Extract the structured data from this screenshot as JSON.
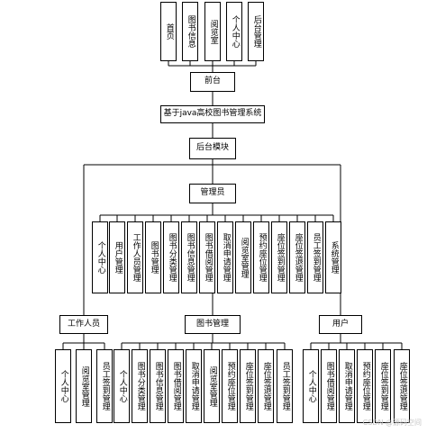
{
  "frontend": {
    "items": [
      "首页",
      "图书信息",
      "阅览室",
      "个人中心",
      "后台管理"
    ],
    "title": "前台"
  },
  "system_title": "基于java高校图书管理系统",
  "backend_title": "后台模块",
  "admin": {
    "title": "管理员",
    "items": [
      "个人中心",
      "用户管理",
      "工作人员管理",
      "图书管理",
      "图书分类管理",
      "图书信息管理",
      "图书借阅管理",
      "取消申请管理",
      "阅览室管理",
      "预约座位管理",
      "座位签到管理",
      "座位签退管理",
      "员工签到管理",
      "系统管理"
    ]
  },
  "staff": {
    "title": "工作人员",
    "items": [
      "个人中心",
      "阅览室管理",
      "员工签到管理"
    ]
  },
  "books": {
    "title": "图书管理",
    "items": [
      "个人中心",
      "图书分类管理",
      "图书信息管理",
      "图书借阅管理",
      "取消申请管理",
      "阅览室管理",
      "预约座位管理",
      "座位签到管理",
      "座位签退管理",
      "员工签到管理"
    ]
  },
  "user": {
    "title": "用户",
    "items": [
      "个人中心",
      "图书借阅管理",
      "取消申请管理",
      "预约座位管理",
      "座位签到管理",
      "座位签退管理"
    ]
  },
  "watermark": "CSDN @源码空间"
}
